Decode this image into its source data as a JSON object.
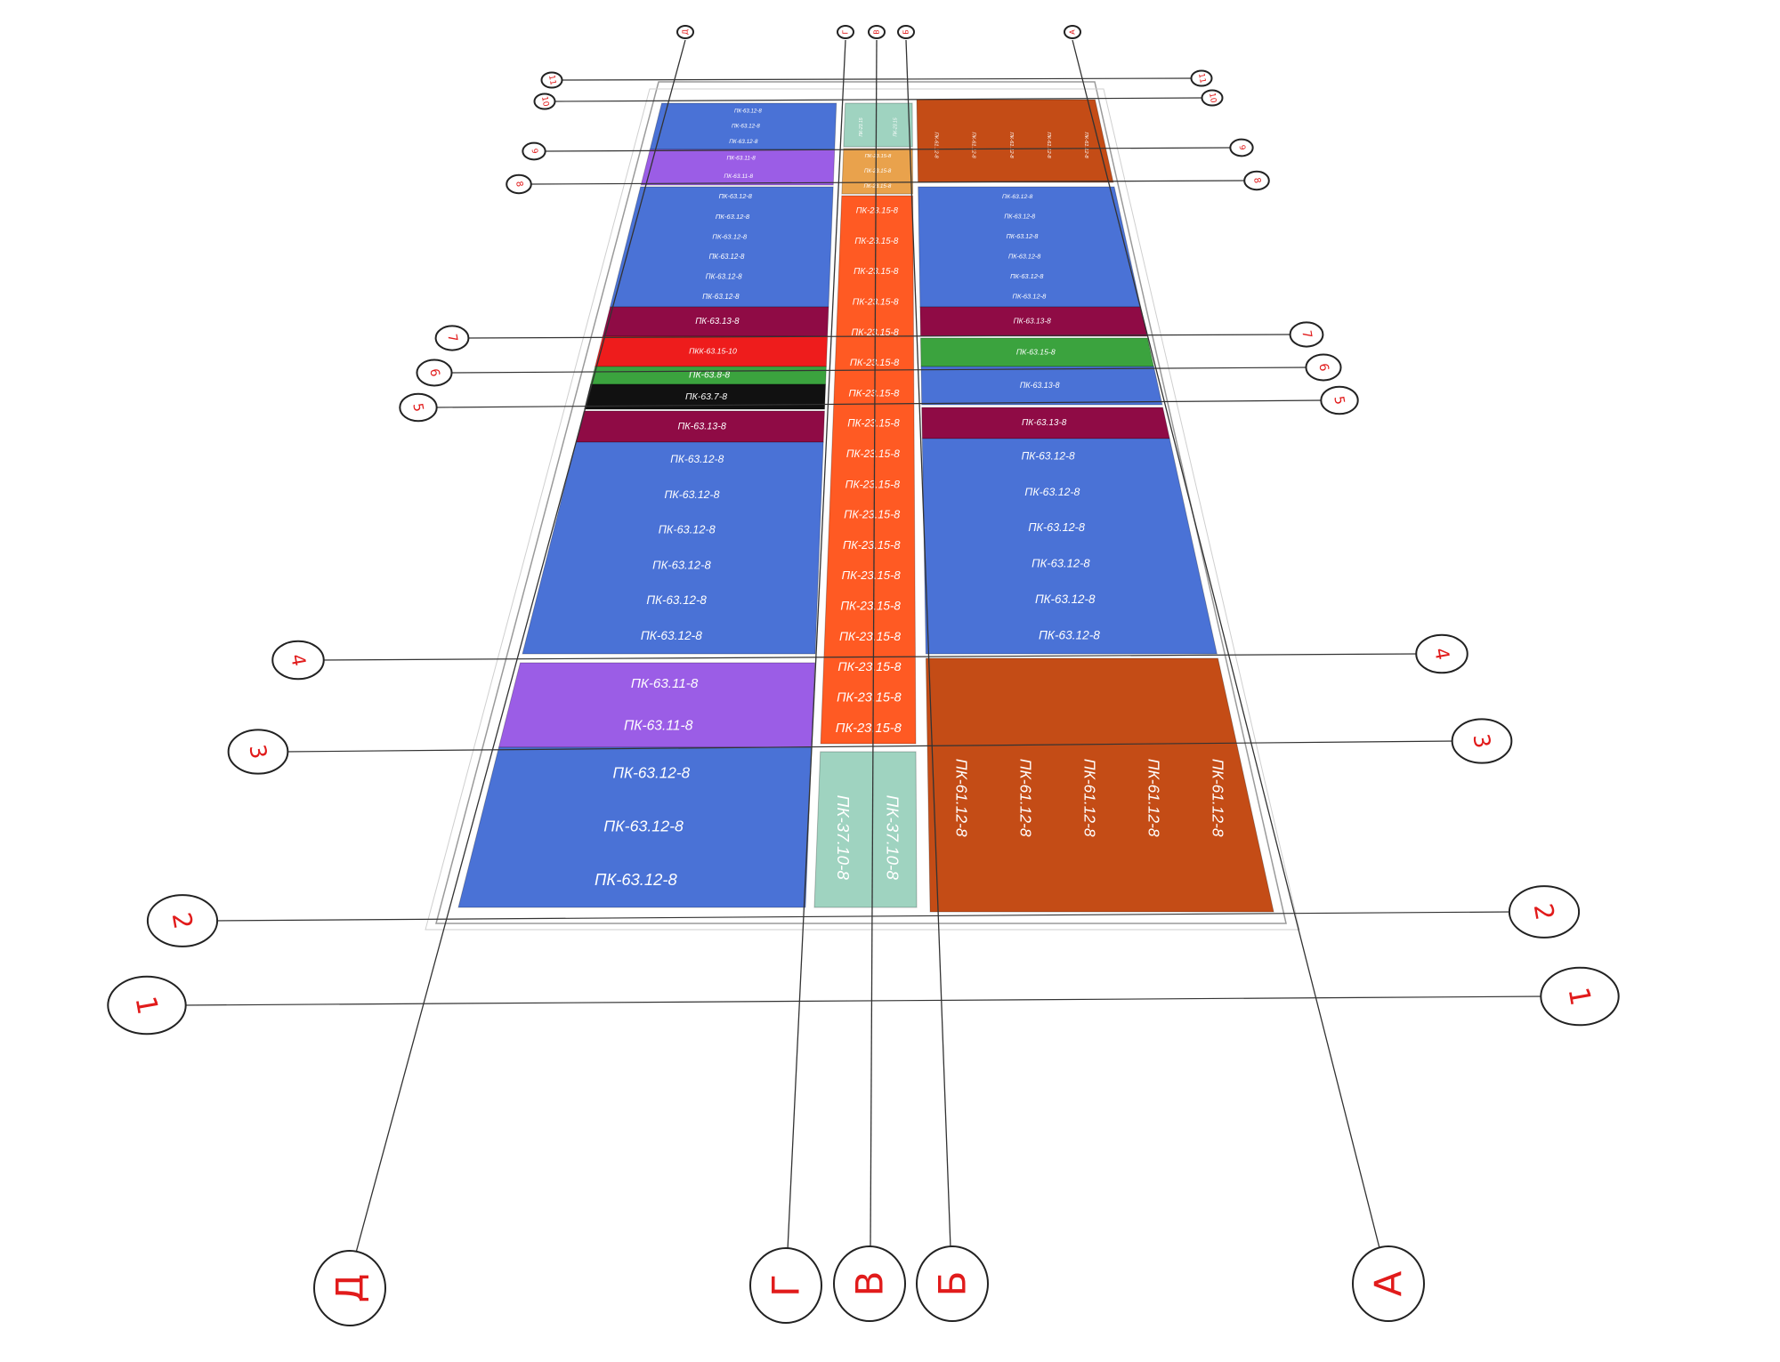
{
  "colors": {
    "blue": "#4a72d6",
    "purple": "#9b5de6",
    "orange_red": "#ff5a23",
    "rust": "#c44c16",
    "teal": "#9fd3c0",
    "gold": "#e9a24c",
    "maroon": "#8f0b45",
    "red": "#ee1c1c",
    "green": "#3ba33e",
    "black": "#111111",
    "axis_label": "#e11b1b",
    "line": "#333333"
  },
  "axes": {
    "letters": [
      "Д",
      "Г",
      "В",
      "Б",
      "А"
    ],
    "numbers": [
      "1",
      "2",
      "3",
      "4",
      "5",
      "6",
      "7",
      "8",
      "9",
      "10",
      "11"
    ]
  },
  "slabs": {
    "left_upper": [
      "ПК-63.12-8",
      "ПК-63.12-8",
      "ПК-63.12-8"
    ],
    "left_purple_small": [
      "ПК-63.11-8",
      "ПК-63.11-8"
    ],
    "left_mid": [
      "ПК-63.12-8",
      "ПК-63.12-8",
      "ПК-63.12-8",
      "ПК-63.12-8",
      "ПК-63.12-8",
      "ПК-63.12-8"
    ],
    "left_maroon_1": "ПК-63.13-8",
    "left_red": "ПКК-63.15-10",
    "left_green": "ПК-63.8-8",
    "left_black": "ПК-63.7-8",
    "left_maroon_2": "ПК-63.13-8",
    "left_lower": [
      "ПК-63.12-8",
      "ПК-63.12-8",
      "ПК-63.12-8",
      "ПК-63.12-8",
      "ПК-63.12-8",
      "ПК-63.12-8"
    ],
    "left_purple_big": [
      "ПК-63.11-8",
      "ПК-63.11-8"
    ],
    "left_bottom": [
      "ПК-63.12-8",
      "ПК-63.12-8",
      "ПК-63.12-8"
    ],
    "center_top": [
      "ПК-23.15",
      "ПК-23.15"
    ],
    "center_gold": [
      "ПК-23.15-8",
      "ПК-23.15-8",
      "ПК-23.15-8"
    ],
    "center_orange": [
      "ПК-23.15-8",
      "ПК-23.15-8",
      "ПК-23.15-8",
      "ПК-23.15-8",
      "ПК-23.15-8",
      "ПК-23.15-8",
      "ПК-23.15-8",
      "ПК-23.15-8",
      "ПК-23.15-8",
      "ПК-23.15-8",
      "ПК-23.15-8",
      "ПК-23.15-8",
      "ПК-23.15-8",
      "ПК-23.15-8",
      "ПК-23.15-8",
      "ПК-23.15-8",
      "ПК-23.15-8",
      "ПК-23.15-8"
    ],
    "center_teal": [
      "ПК-37.10-8",
      "ПК-37.10-8"
    ],
    "right_top_rust": [
      "ПК-61.12-8",
      "ПК-61.12-8",
      "ПК-61.12-8",
      "ПК-61.12-8",
      "ПК-61.12-8"
    ],
    "right_upper": [
      "ПК-63.12-8",
      "ПК-63.12-8",
      "ПК-63.12-8",
      "ПК-63.12-8",
      "ПК-63.12-8",
      "ПК-63.12-8"
    ],
    "right_maroon_1": "ПК-63.13-8",
    "right_green": "ПК-63.15-8",
    "right_blue_13": "ПК-63.13-8",
    "right_maroon_2": "ПК-63.13-8",
    "right_lower": [
      "ПК-63.12-8",
      "ПК-63.12-8",
      "ПК-63.12-8",
      "ПК-63.12-8",
      "ПК-63.12-8",
      "ПК-63.12-8"
    ],
    "right_bottom_rust": [
      "ПК-61.12-8",
      "ПК-61.12-8",
      "ПК-61.12-8",
      "ПК-61.12-8",
      "ПК-61.12-8"
    ]
  }
}
